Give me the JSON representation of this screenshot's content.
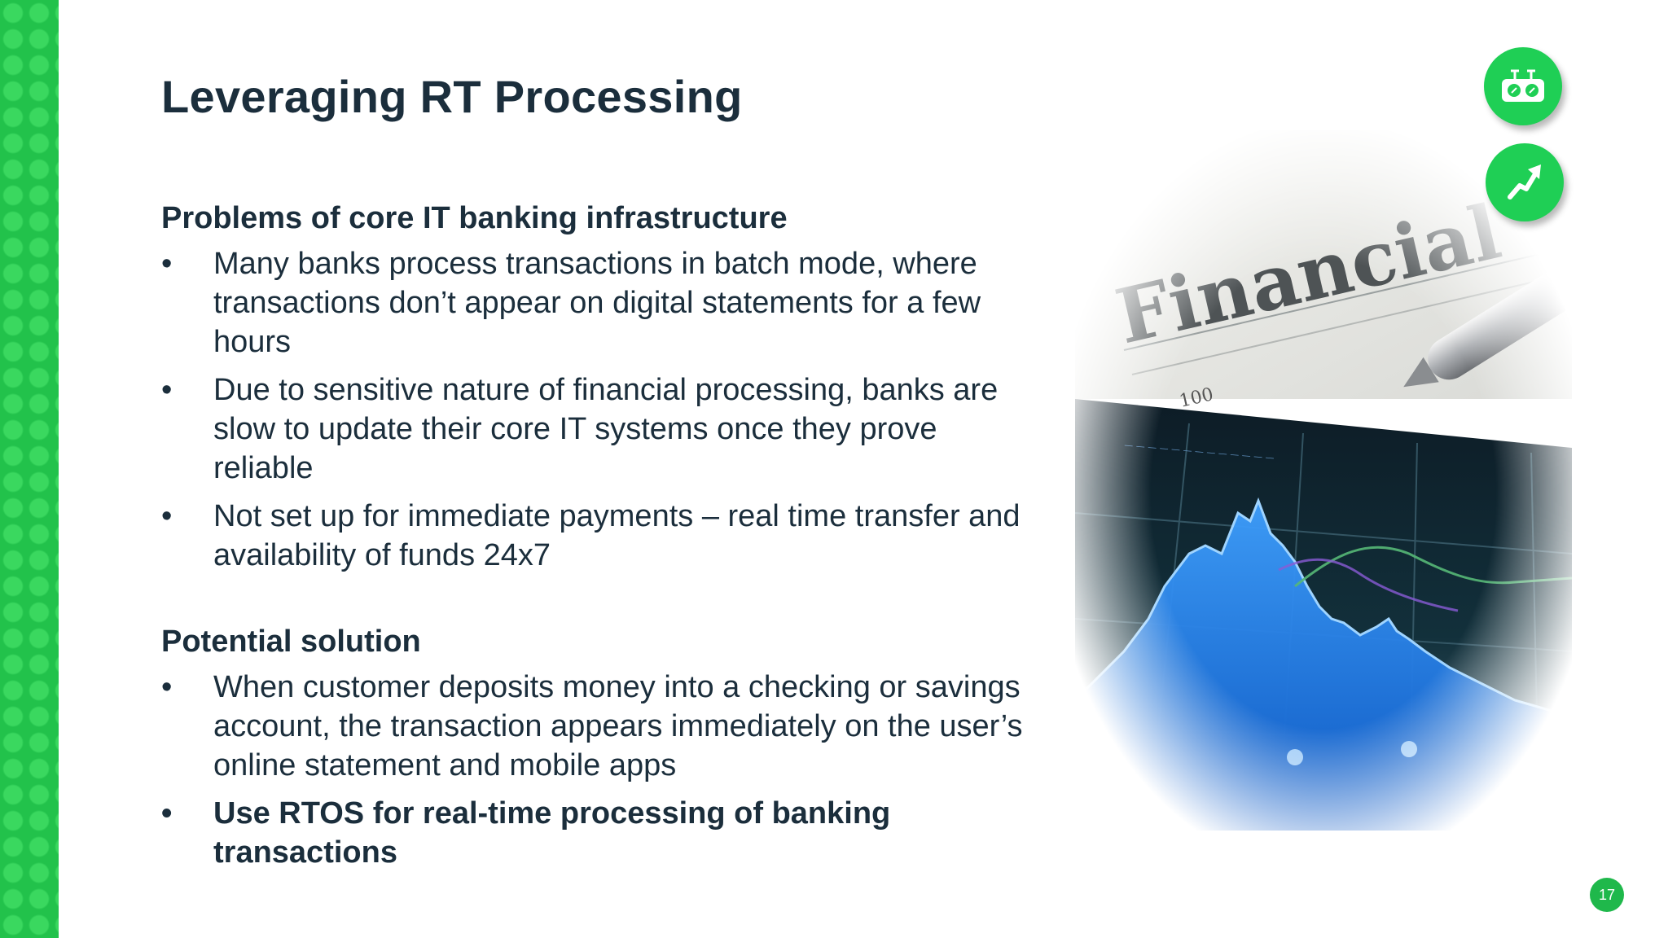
{
  "slide": {
    "title": "Leveraging RT Processing",
    "page_number": "17"
  },
  "sections": [
    {
      "heading": "Problems of core IT banking infrastructure",
      "bullets": [
        "Many banks process transactions in batch mode, where transactions don’t appear on digital statements for a few hours",
        "Due to sensitive nature of financial processing, banks are slow to update their core IT systems once they prove reliable",
        "Not set up for immediate payments – real time transfer and availability of funds 24x7"
      ]
    },
    {
      "heading": "Potential solution",
      "bullets": [
        "When customer deposits money into a checking or savings account, the transaction appears immediately on the user’s online statement and mobile apps",
        "Use RTOS for real-time processing of banking transactions"
      ]
    }
  ],
  "bullet_symbol": "•",
  "photo": {
    "headline_text": "Financial",
    "column_text": "100"
  },
  "icons": {
    "top": "boombox-icon",
    "middle": "trend-arrow-icon"
  },
  "colors": {
    "brand_green": "#1fcf55",
    "title_navy": "#1b2e3c",
    "chart_blue": "#1e7ff0"
  }
}
